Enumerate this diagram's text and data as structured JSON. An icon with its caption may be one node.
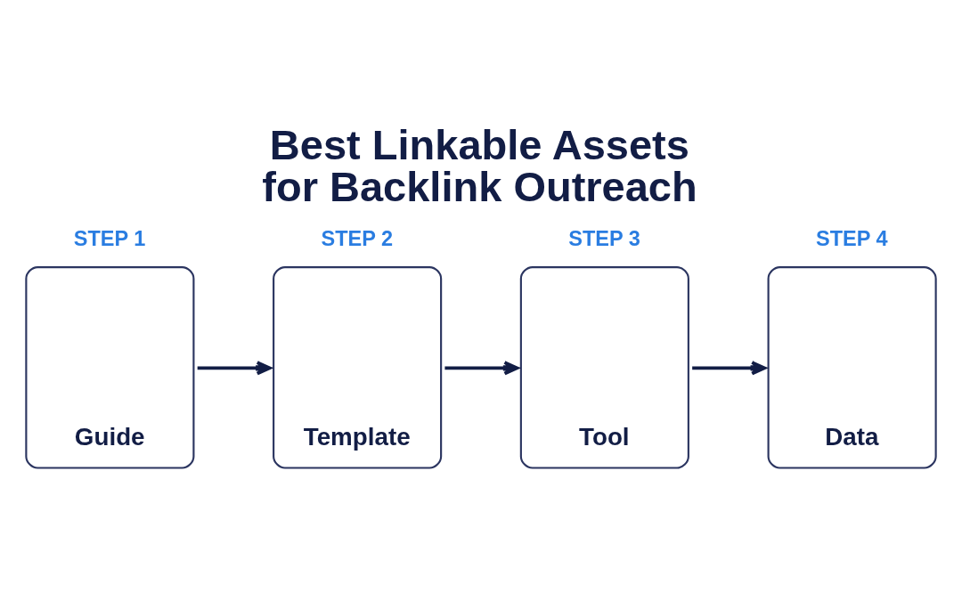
{
  "diagram": {
    "title": "Best Linkable Assets for Backlink Outreach",
    "nodes": [
      {
        "text": [
          "STEP 1",
          "Guide"
        ]
      },
      {
        "text": [
          "STEP 2",
          "Template"
        ]
      },
      {
        "text": [
          "STEP 3",
          "Tool"
        ]
      },
      {
        "text": [
          "STEP 4",
          "Data"
        ]
      }
    ],
    "edges": [
      {
        "from": 0,
        "to": 1,
        "arrow": "to"
      },
      {
        "from": 1,
        "to": 2,
        "arrow": "to"
      },
      {
        "from": 2,
        "to": 3,
        "arrow": "to"
      }
    ]
  }
}
